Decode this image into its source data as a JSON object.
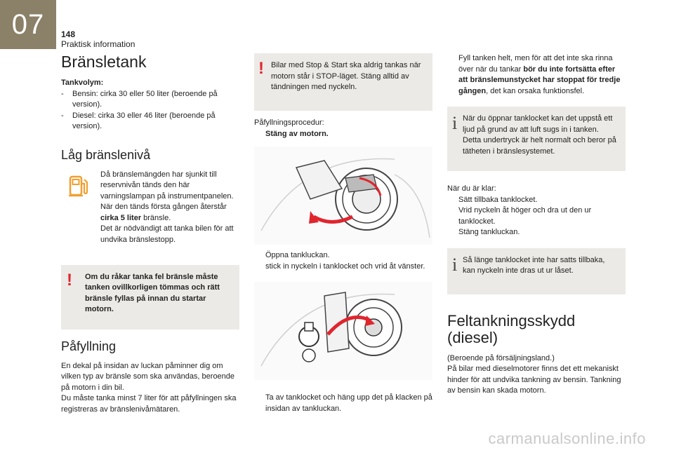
{
  "header": {
    "chapter": "07",
    "page": "148",
    "chapter_title": "Praktisk information"
  },
  "col1": {
    "title": "Bränsletank",
    "tank_label": "Tankvolym:",
    "tank_items": [
      "Bensin: cirka 30 eller 50 liter (beroende på version).",
      "Diesel: cirka 30 eller 46 liter (beroende på version)."
    ],
    "low_title": "Låg bränslenivå",
    "low_text_1": "Då bränslemängden har sjunkit till reservnivån tänds den här varningslampan på instrumentpanelen. När den tänds första gången återstår ",
    "low_text_bold": "cirka 5 liter",
    "low_text_2": " bränsle.",
    "low_text_3": "Det är nödvändigt att tanka bilen för att undvika bränslestopp.",
    "warning_text": "Om du råkar tanka fel bränsle måste tanken ovillkorligen tömmas och rätt bränsle fyllas på innan du startar motorn.",
    "fill_title": "Påfyllning",
    "fill_text_1": "En dekal på insidan av luckan påminner dig om vilken typ av bränsle som ska användas, beroende på motorn i din bil.",
    "fill_text_2": "Du måste tanka minst 7 liter för att påfyllningen ska registreras av bränslenivåmätaren."
  },
  "col2": {
    "stopstart_note": "Bilar med Stop & Start ska aldrig tankas när motorn står i STOP-läget. Stäng alltid av tändningen med nyckeln.",
    "procedure_label": "Påfyllningsprocedur:",
    "step_stop": "Stäng av motorn.",
    "steps_b": [
      "Öppna tankluckan.",
      "stick in nyckeln i tanklocket och vrid åt vänster."
    ],
    "step_c": "Ta av tanklocket och häng upp det på klacken på insidan av tankluckan."
  },
  "col3": {
    "fill_full_1": "Fyll tanken helt, men för att det inte ska rinna över när du tankar ",
    "fill_full_bold": "bör du inte fortsätta efter att bränslemunstycket har stoppat för tredje gången",
    "fill_full_2": ", det kan orsaka funktionsfel.",
    "info1": "När du öppnar tanklocket kan det uppstå ett ljud på grund av att luft sugs in i tanken. Detta undertryck är helt normalt och beror på tätheten i bränslesystemet.",
    "done_label": "När du är klar:",
    "done_steps": [
      "Sätt tillbaka tanklocket.",
      "Vrid nyckeln åt höger och dra ut den ur tanklocket.",
      "Stäng tankluckan."
    ],
    "info2": "Så länge tanklocket inte har satts tillbaka, kan nyckeln inte dras ut ur låset.",
    "diesel_title": "Feltankningsskydd (diesel)",
    "diesel_text_1": "(Beroende på försäljningsland.)",
    "diesel_text_2": "På bilar med dieselmotorer finns det ett mekaniskt hinder för att undvika tankning av bensin. Tankning av bensin kan skada motorn."
  },
  "bullet_marker": "",
  "dash_marker": "-",
  "warning_mark": "!",
  "info_mark": "i",
  "watermark": "carmanualsonline.info",
  "colors": {
    "chapter_tab": "#8b8068",
    "note_bg": "#eceae6",
    "warning_red": "#e0252e",
    "fuel_icon": "#f0a030"
  }
}
